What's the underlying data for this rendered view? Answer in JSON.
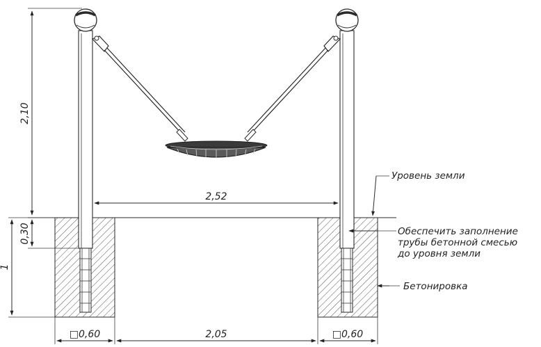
{
  "dimensions": {
    "height_above_ground": "2,10",
    "depth_above_rebar": "0,30",
    "foundation_depth": "1",
    "span_between_posts": "2,52",
    "footing_left": "□0,60",
    "footing_right": "□0,60",
    "gap_between_footings": "2,05"
  },
  "annotations": {
    "ground_level": "Уровень земли",
    "fill_note_line1": "Обеспечить заполнение",
    "fill_note_line2": "трубы бетонной смесью",
    "fill_note_line3": "до уровня земли",
    "concreting": "Бетонировка"
  }
}
